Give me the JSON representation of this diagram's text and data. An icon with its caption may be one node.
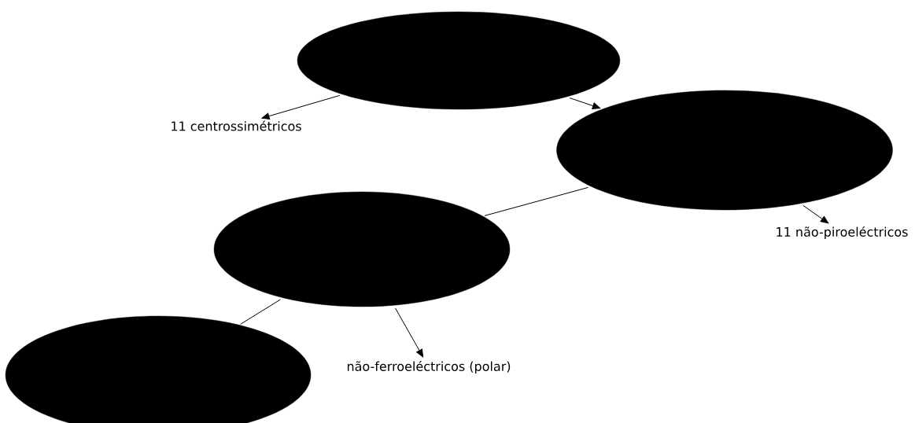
{
  "diagram": {
    "nodes": [
      {
        "text": [],
        "shape": "ellipse"
      },
      {
        "text": [
          "11 centrossimétricos"
        ]
      },
      {
        "text": [],
        "shape": "ellipse"
      },
      {
        "text": [],
        "shape": "ellipse"
      },
      {
        "text": [
          "11 não-piroeléctricos"
        ]
      },
      {
        "text": [],
        "shape": "ellipse"
      },
      {
        "text": [
          "não-ferroeléctricos (polar)"
        ]
      }
    ],
    "edges": [
      {
        "from": 0,
        "to": 1,
        "arrow": "to"
      },
      {
        "from": 0,
        "to": 2,
        "arrow": "to"
      },
      {
        "from": 2,
        "to": 3,
        "arrow": "none"
      },
      {
        "from": 2,
        "to": 4,
        "arrow": "to"
      },
      {
        "from": 3,
        "to": 5,
        "arrow": "none"
      },
      {
        "from": 3,
        "to": 6,
        "arrow": "to"
      }
    ]
  }
}
